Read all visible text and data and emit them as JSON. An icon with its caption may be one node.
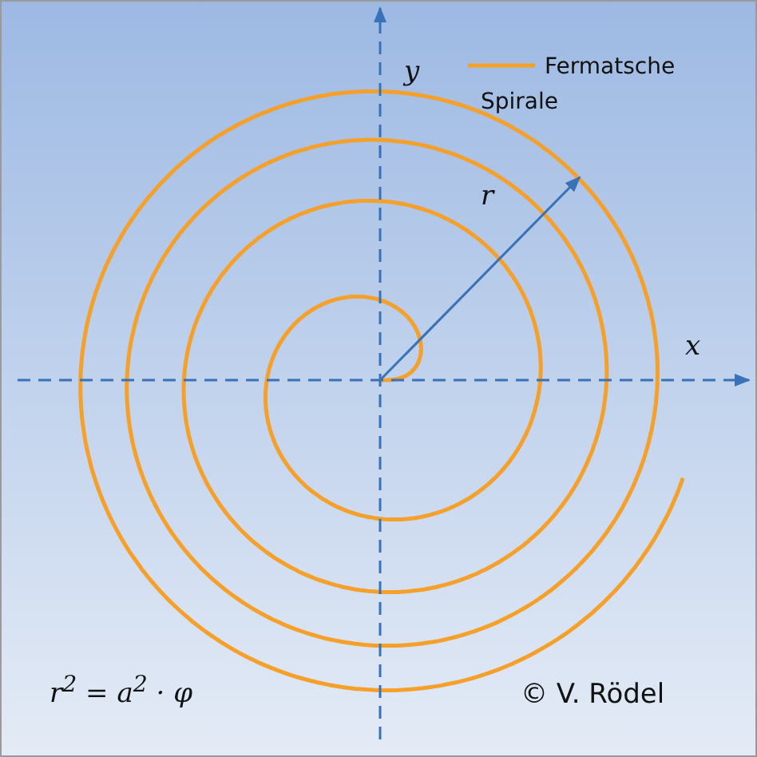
{
  "diagram": {
    "labels": [
      "y",
      "x",
      "r",
      "r$^{2}$ = a$^{2}$ · φ",
      "© V. Rödel"
    ],
    "legend": [
      {
        "text": "Fermatsche Spirale"
      }
    ]
  }
}
